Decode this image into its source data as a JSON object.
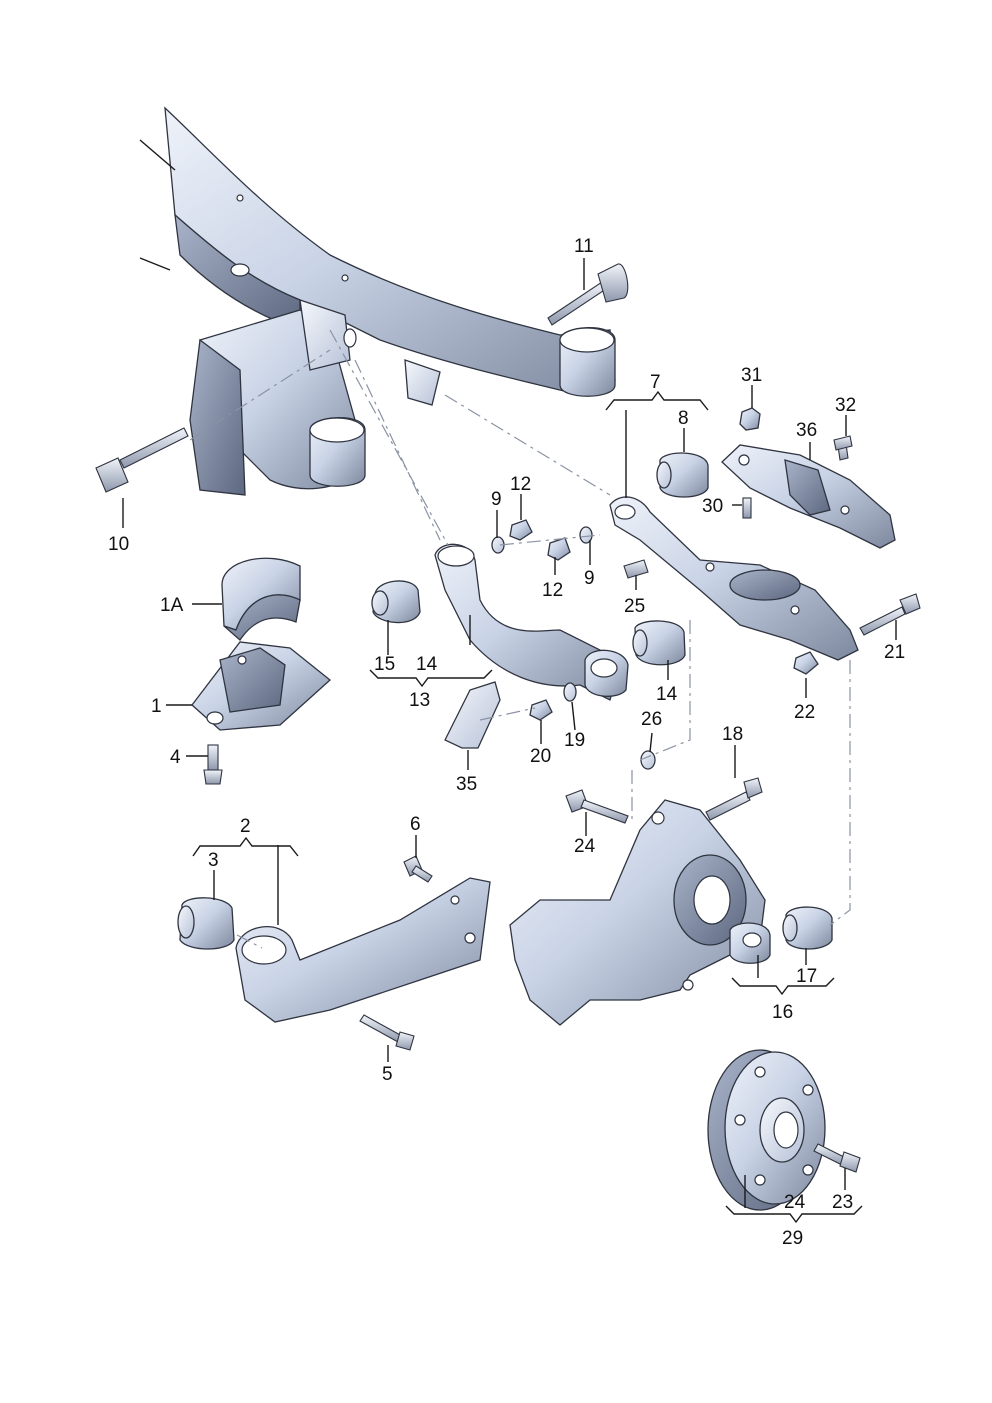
{
  "labels": {
    "l1A": "1A",
    "l1": "1",
    "l2": "2",
    "l3": "3",
    "l4": "4",
    "l5": "5",
    "l6": "6",
    "l7": "7",
    "l8": "8",
    "l9a": "9",
    "l9b": "9",
    "l10": "10",
    "l11": "11",
    "l12a": "12",
    "l12b": "12",
    "l13": "13",
    "l14a": "14",
    "l14b": "14",
    "l15": "15",
    "l16": "16",
    "l17": "17",
    "l18": "18",
    "l19": "19",
    "l20": "20",
    "l21": "21",
    "l22": "22",
    "l23": "23",
    "l24a": "24",
    "l24b": "24",
    "l25": "25",
    "l26": "26",
    "l29": "29",
    "l30": "30",
    "l31": "31",
    "l32": "32",
    "l35": "35",
    "l36": "36"
  },
  "colors": {
    "part_fill": "#c9d3e6",
    "part_shadow": "#7d889e",
    "outline": "#2f3440",
    "label": "#111111",
    "centerline": "#8a93a3"
  }
}
